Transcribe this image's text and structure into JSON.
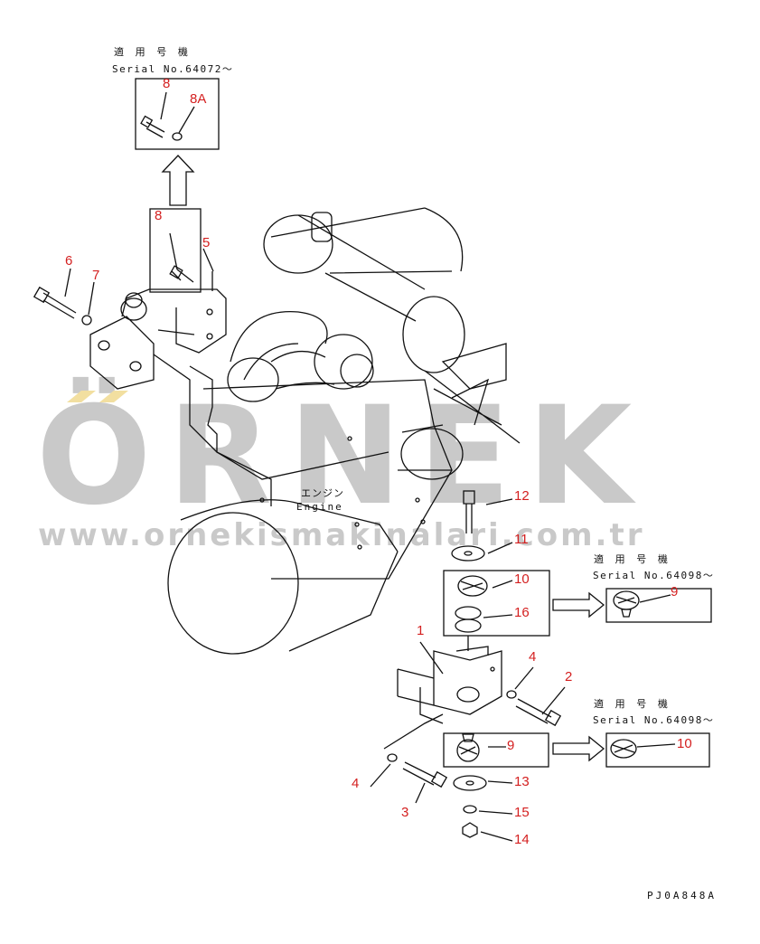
{
  "watermark": {
    "brand": "ÖRNEK",
    "url": "www.ornekismakinalari.com.tr"
  },
  "notes": {
    "top": {
      "jp": "適 用 号 機",
      "serial": "Serial No.64072～"
    },
    "mid": {
      "jp": "適 用 号 機",
      "serial": "Serial No.64098～"
    },
    "low": {
      "jp": "適 用 号 機",
      "serial": "Serial No.64098～"
    }
  },
  "engine": {
    "jp": "エンジン",
    "en": "Engine"
  },
  "part_labels": {
    "p1": "1",
    "p2": "2",
    "p3": "3",
    "p4a": "4",
    "p4b": "4",
    "p5": "5",
    "p6": "6",
    "p7": "7",
    "p8top": "8",
    "p8": "8",
    "p8a": "8A",
    "p9": "9",
    "p9b": "9",
    "p10": "10",
    "p10b": "10",
    "p11": "11",
    "p12": "12",
    "p13": "13",
    "p14": "14",
    "p15": "15",
    "p16": "16"
  },
  "drawing_code": "PJ0A848A",
  "colors": {
    "label": "#d42020",
    "line": "#111111",
    "watermark": "#c9c9c9",
    "watermark_accent": "#f0d890"
  }
}
